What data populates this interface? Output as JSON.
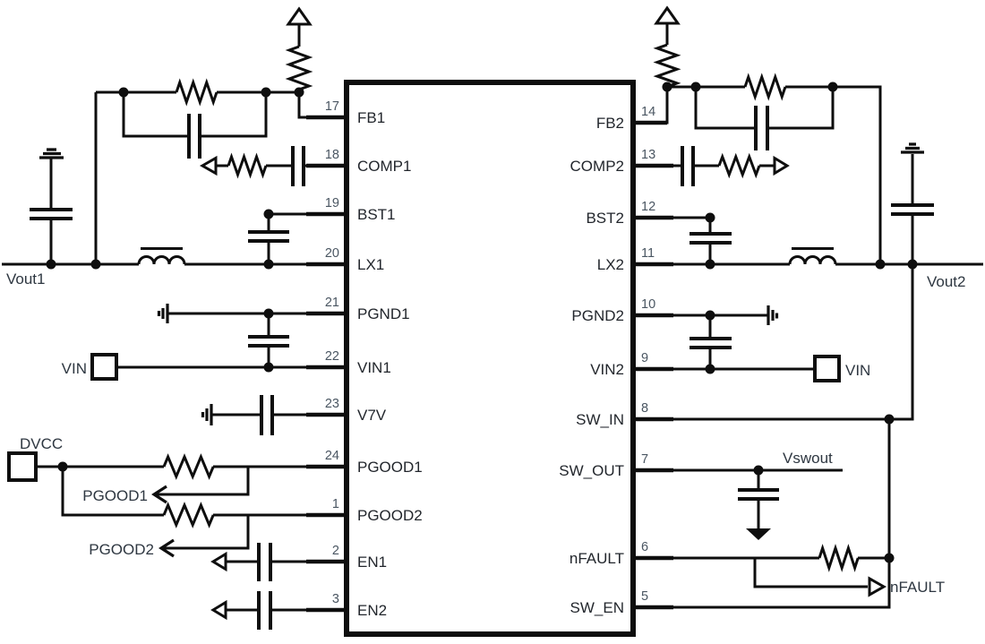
{
  "ic": {
    "left_pins": [
      {
        "num": "17",
        "name": "FB1"
      },
      {
        "num": "18",
        "name": "COMP1"
      },
      {
        "num": "19",
        "name": "BST1"
      },
      {
        "num": "20",
        "name": "LX1"
      },
      {
        "num": "21",
        "name": "PGND1"
      },
      {
        "num": "22",
        "name": "VIN1"
      },
      {
        "num": "23",
        "name": "V7V"
      },
      {
        "num": "24",
        "name": "PGOOD1"
      },
      {
        "num": "1",
        "name": "PGOOD2"
      },
      {
        "num": "2",
        "name": "EN1"
      },
      {
        "num": "3",
        "name": "EN2"
      }
    ],
    "right_pins": [
      {
        "num": "14",
        "name": "FB2"
      },
      {
        "num": "13",
        "name": "COMP2"
      },
      {
        "num": "12",
        "name": "BST2"
      },
      {
        "num": "11",
        "name": "LX2"
      },
      {
        "num": "10",
        "name": "PGND2"
      },
      {
        "num": "9",
        "name": "VIN2"
      },
      {
        "num": "8",
        "name": "SW_IN"
      },
      {
        "num": "7",
        "name": "SW_OUT"
      },
      {
        "num": "6",
        "name": "nFAULT"
      },
      {
        "num": "5",
        "name": "SW_EN"
      }
    ]
  },
  "labels": {
    "vout1": "Vout1",
    "vout2": "Vout2",
    "vin_left": "VIN",
    "vin_right": "VIN",
    "dvcc": "DVCC",
    "pgood1": "PGOOD1",
    "pgood2": "PGOOD2",
    "vswout": "Vswout",
    "nfault": "nFAULT"
  },
  "colors": {
    "wire": "#0e0e0e",
    "pin_name_text": "#22262c",
    "pin_number_text": "#4a5662",
    "net_label_text": "#2e3741",
    "background": "#ffffff"
  }
}
